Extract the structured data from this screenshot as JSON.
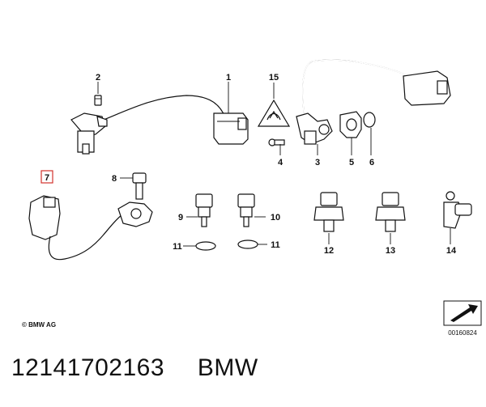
{
  "callouts": [
    {
      "id": "1",
      "label": "1"
    },
    {
      "id": "2",
      "label": "2"
    },
    {
      "id": "3",
      "label": "3"
    },
    {
      "id": "4",
      "label": "4"
    },
    {
      "id": "5",
      "label": "5"
    },
    {
      "id": "6",
      "label": "6"
    },
    {
      "id": "7",
      "label": "7",
      "highlighted": true
    },
    {
      "id": "8",
      "label": "8"
    },
    {
      "id": "9",
      "label": "9"
    },
    {
      "id": "10",
      "label": "10"
    },
    {
      "id": "11a",
      "label": "11"
    },
    {
      "id": "11b",
      "label": "11"
    },
    {
      "id": "12",
      "label": "12"
    },
    {
      "id": "13",
      "label": "13"
    },
    {
      "id": "14",
      "label": "14"
    },
    {
      "id": "15",
      "label": "15"
    }
  ],
  "copyright": "© BMW AG",
  "drawing_number": "00160824",
  "part_number": "12141702163",
  "brand": "BMW",
  "colors": {
    "line": "#111111",
    "highlight": "#d2322d",
    "background": "#ffffff"
  }
}
